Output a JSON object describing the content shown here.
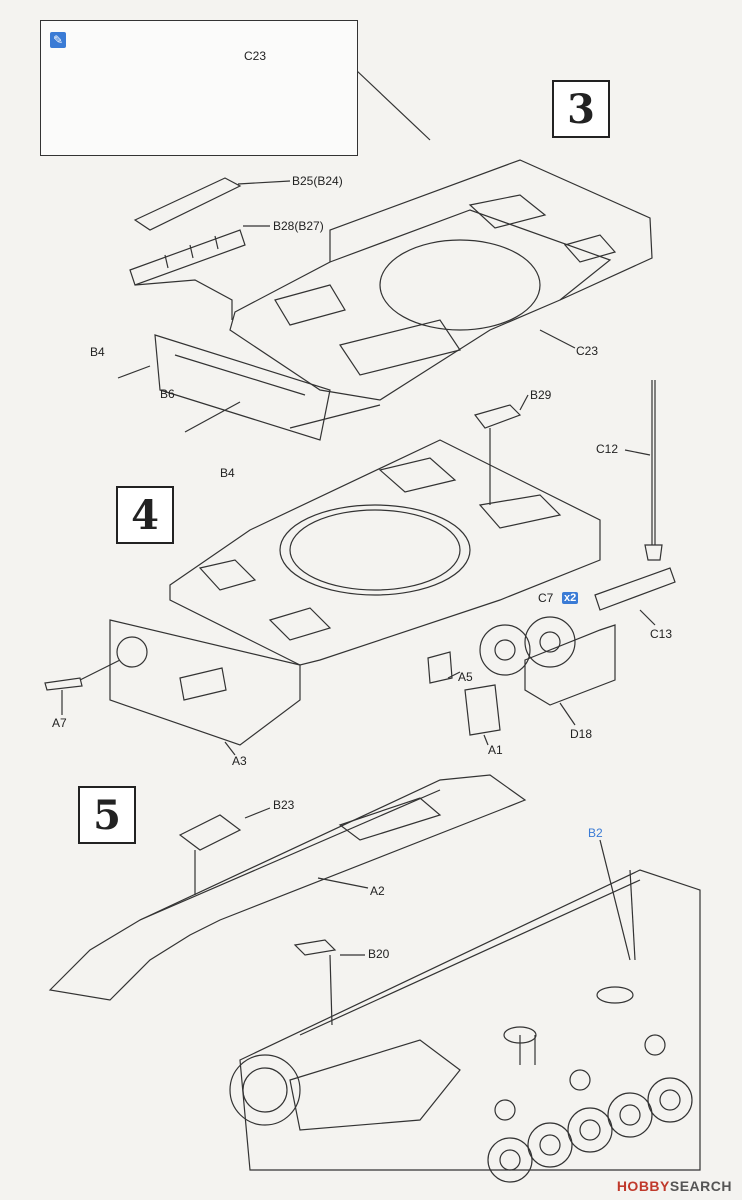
{
  "steps": {
    "s3": "3",
    "s4": "4",
    "s5": "5"
  },
  "inset": {
    "part": "C23",
    "glue_icon": "glue-icon",
    "cement_icon": "cement-icon"
  },
  "step3": {
    "b25": "B25(B24)",
    "b28": "B28(B27)",
    "b4_top": "B4",
    "b6": "B6",
    "b4_bottom": "B4",
    "c23": "C23"
  },
  "step4": {
    "b29": "B29",
    "c12": "C12",
    "c7": "C7",
    "c7_qty": "x2",
    "c13": "C13",
    "a5": "A5",
    "d18": "D18",
    "a1": "A1",
    "a7": "A7",
    "a3": "A3"
  },
  "step5": {
    "b23": "B23",
    "a2": "A2",
    "b2": "B2",
    "b20": "B20"
  },
  "watermark": {
    "brand": "HOBBY",
    "suffix": "SEARCH"
  },
  "colors": {
    "accent_blue": "#3a7bd5",
    "line": "#333333",
    "paper": "#f4f3f0"
  }
}
